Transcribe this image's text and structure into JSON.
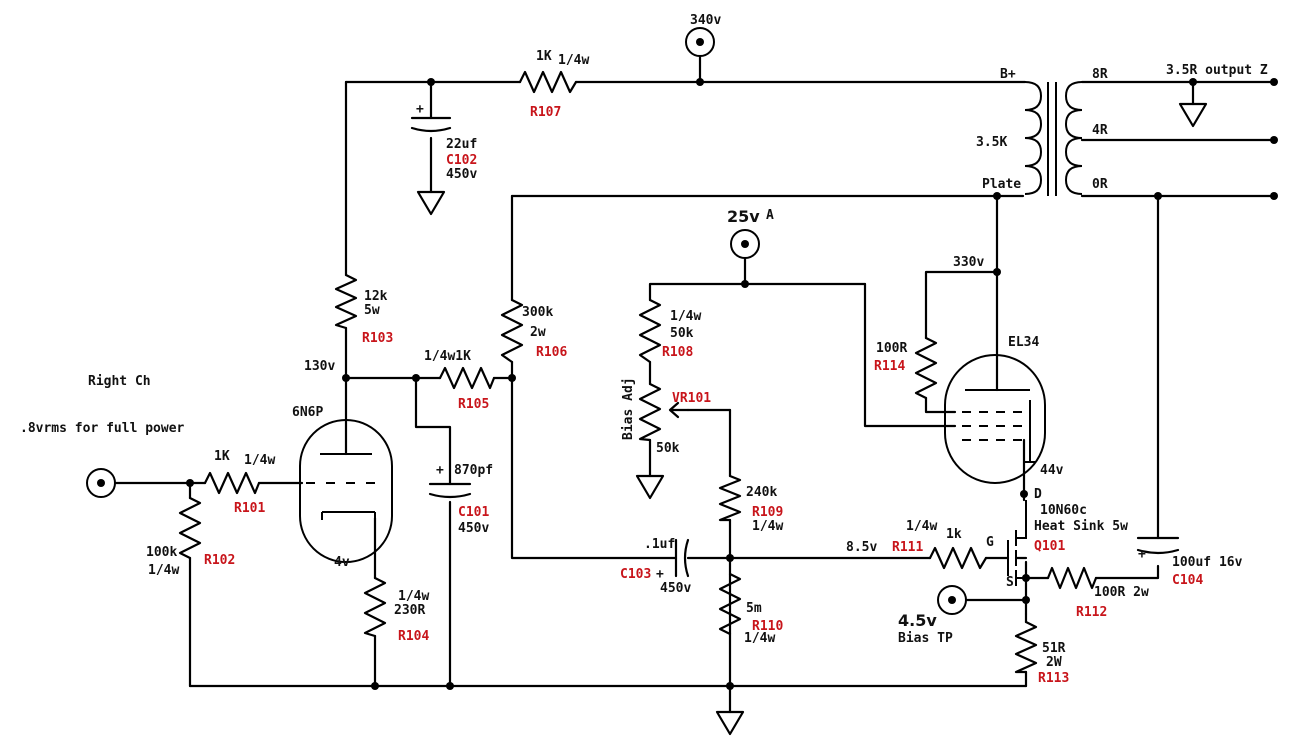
{
  "diagram": {
    "input": {
      "channel": "Right Ch",
      "sensitivity": ".8vrms for full power"
    },
    "voltages": {
      "supply": "340v",
      "tp_a": "25v",
      "tp_a_letter": "A",
      "driver_plate": "130v",
      "output_plate": "330v",
      "driver_cathode": "4v",
      "output_cathode": "44v",
      "mosfet_gate": "8.5v",
      "bias_tp": "4.5v",
      "bias_tp_label": "Bias TP"
    },
    "transformer": {
      "primary_top": "B+",
      "impedance": "3.5K",
      "primary_bottom": "Plate",
      "tap_8": "8R",
      "tap_4": "4R",
      "tap_0": "0R",
      "output_note": "3.5R output Z"
    },
    "tubes": {
      "driver": "6N6P",
      "output": "EL34"
    },
    "mosfet": {
      "part": "10N60c",
      "note": "Heat Sink 5w",
      "ref": "Q101",
      "d": "D",
      "g": "G",
      "s": "S"
    },
    "components": {
      "R101": {
        "ref": "R101",
        "value": "1K",
        "rating": "1/4w"
      },
      "R102": {
        "ref": "R102",
        "value": "100k",
        "rating": "1/4w"
      },
      "R103": {
        "ref": "R103",
        "value": "12k",
        "rating": "5w"
      },
      "R104": {
        "ref": "R104",
        "value": "230R",
        "rating": "1/4w"
      },
      "R105": {
        "ref": "R105",
        "label": "1/4w1K"
      },
      "R106": {
        "ref": "R106",
        "value": "300k",
        "rating": "2w"
      },
      "R107": {
        "ref": "R107",
        "value": "1K",
        "rating": "1/4w"
      },
      "R108": {
        "ref": "R108",
        "value": "50k",
        "rating": "1/4w"
      },
      "VR101": {
        "ref": "VR101",
        "value": "50k",
        "label": "Bias Adj"
      },
      "R109": {
        "ref": "R109",
        "value": "240k",
        "rating": "1/4w"
      },
      "R110": {
        "ref": "R110",
        "value": "5m",
        "rating": "1/4w"
      },
      "R111": {
        "ref": "R111",
        "value": "1k",
        "rating": "1/4w"
      },
      "R112": {
        "ref": "R112",
        "label": "100R 2w"
      },
      "R113": {
        "ref": "R113",
        "value": "51R",
        "rating": "2W"
      },
      "R114": {
        "ref": "R114",
        "value": "100R"
      },
      "C101": {
        "ref": "C101",
        "value": "870pf",
        "rating": "450v",
        "polarity": "+"
      },
      "C102": {
        "ref": "C102",
        "value": "22uf",
        "rating": "450v",
        "polarity": "+"
      },
      "C103": {
        "ref": "C103",
        "value": ".1uf",
        "rating": "450v",
        "polarity": "+"
      },
      "C104": {
        "ref": "C104",
        "label": "100uf 16v",
        "polarity": "+"
      }
    }
  }
}
